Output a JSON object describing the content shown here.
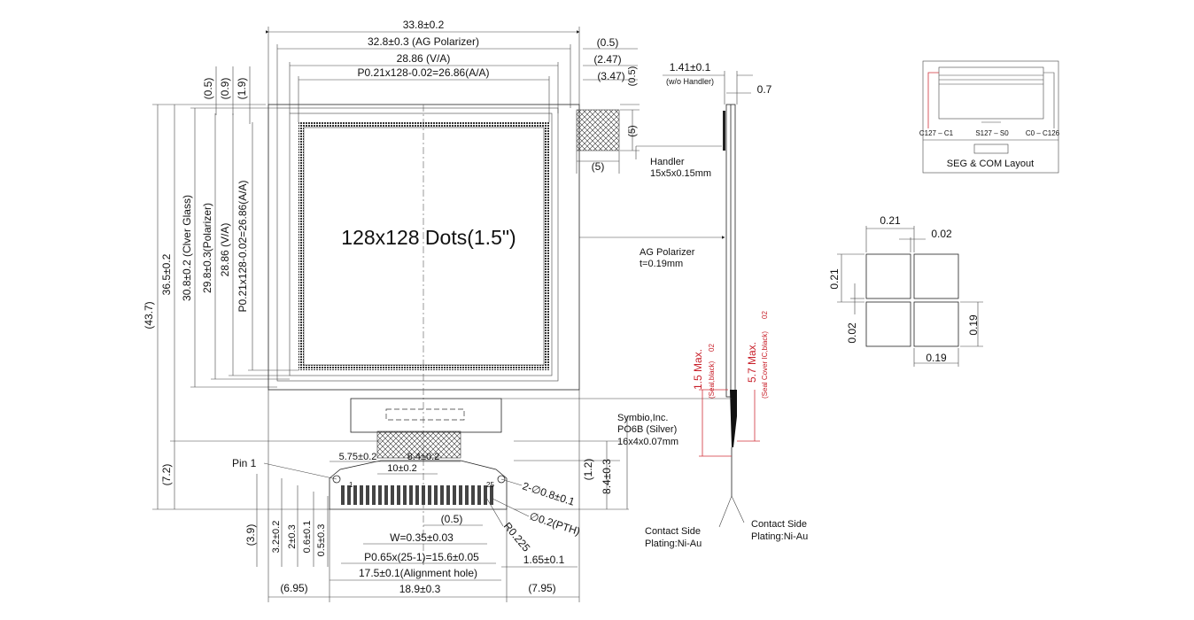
{
  "dims": {
    "overall_width": "33.8±0.2",
    "ag_polarizer_width": "32.8±0.3 (AG Polarizer)",
    "va_width": "28.86 (V/A)",
    "aa_width": "P0.21x128-0.02=26.86(A/A)",
    "r_05": "(0.5)",
    "r_247": "(2.47)",
    "r_347": "(3.47)",
    "l_05": "(0.5)",
    "l_09": "(0.9)",
    "l_19": "(1.9)",
    "handler_v_05": "(0.5)",
    "handler_v_5": "(5)",
    "handler_h_5": "(5)",
    "overall_height": "(43.7)",
    "glass_height": "36.5±0.2",
    "cover_glass_height": "30.8±0.2 (Clver Glass)",
    "polarizer_height": "29.8±0.3(Polarizer)",
    "va_height": "28.86 (V/A)",
    "aa_height": "P0.21x128-0.02=26.86(A/A)",
    "center_label": "128x128 Dots(1.5\")",
    "fpc_72": "(7.2)",
    "fpc_39": "(3.9)",
    "d_575": "5.75±0.2",
    "d_84a": "8.4±0.2",
    "d_10": "10±0.2",
    "d_12": "(1.2)",
    "d_84b": "8.4±0.3",
    "v_32": "3.2±0.2",
    "v_2": "2±0.3",
    "v_06": "0.6±0.1",
    "v_05": "0.5±0.3",
    "d_05b": "(0.5)",
    "pin_width": "W=0.35±0.03",
    "pitch": "P0.65x(25-1)=15.6±0.05",
    "d_165": "1.65±0.1",
    "align_hole": "17.5±0.1(Alignment hole)",
    "fpc_width": "18.9±0.3",
    "d_695": "(6.95)",
    "d_795": "(7.95)",
    "radius": "R0.225",
    "hole_a": "2-∅0.8±0.1",
    "hole_b": "∅0.2(PTH)",
    "pin1": "Pin 1",
    "pin_no_1": "1",
    "pin_no_25": "25"
  },
  "side_view": {
    "thickness": "1.41±0.1",
    "thickness_note": "(w/o  Handler)",
    "glass_07": "0.7",
    "handler_title": "Handler",
    "handler_size": "15x5x0.15mm",
    "agpol_title": "AG Polarizer",
    "agpol_thickness": "t=0.19mm",
    "maker": "Symbio,Inc.",
    "ic_model": "PO6B (Silver)",
    "ic_size": "16x4x0.07mm",
    "seal_max": "1.5 Max.",
    "seal_note": "(Seal,black)",
    "seal_cover_max": "5.7 Max.",
    "seal_cover_note": "(Seal Cover IC,black)",
    "tol_mark": "02",
    "contact_left_1": "Contact Side",
    "contact_left_2": "Plating:Ni-Au",
    "contact_right_1": "Contact Side",
    "contact_right_2": "Plating:Ni-Au"
  },
  "layout_box": {
    "seg_left": "C127 – C1",
    "seg_mid": "S127 – S0",
    "seg_right": "C0 – C126",
    "title": "SEG & COM Layout"
  },
  "pixel_detail": {
    "w_021": "0.21",
    "w_002": "0.02",
    "h_021": "0.21",
    "h_002": "0.02",
    "h_019": "0.19",
    "w_019": "0.19"
  },
  "colors": {
    "line": "#222222",
    "accent_red": "#d0303a"
  }
}
